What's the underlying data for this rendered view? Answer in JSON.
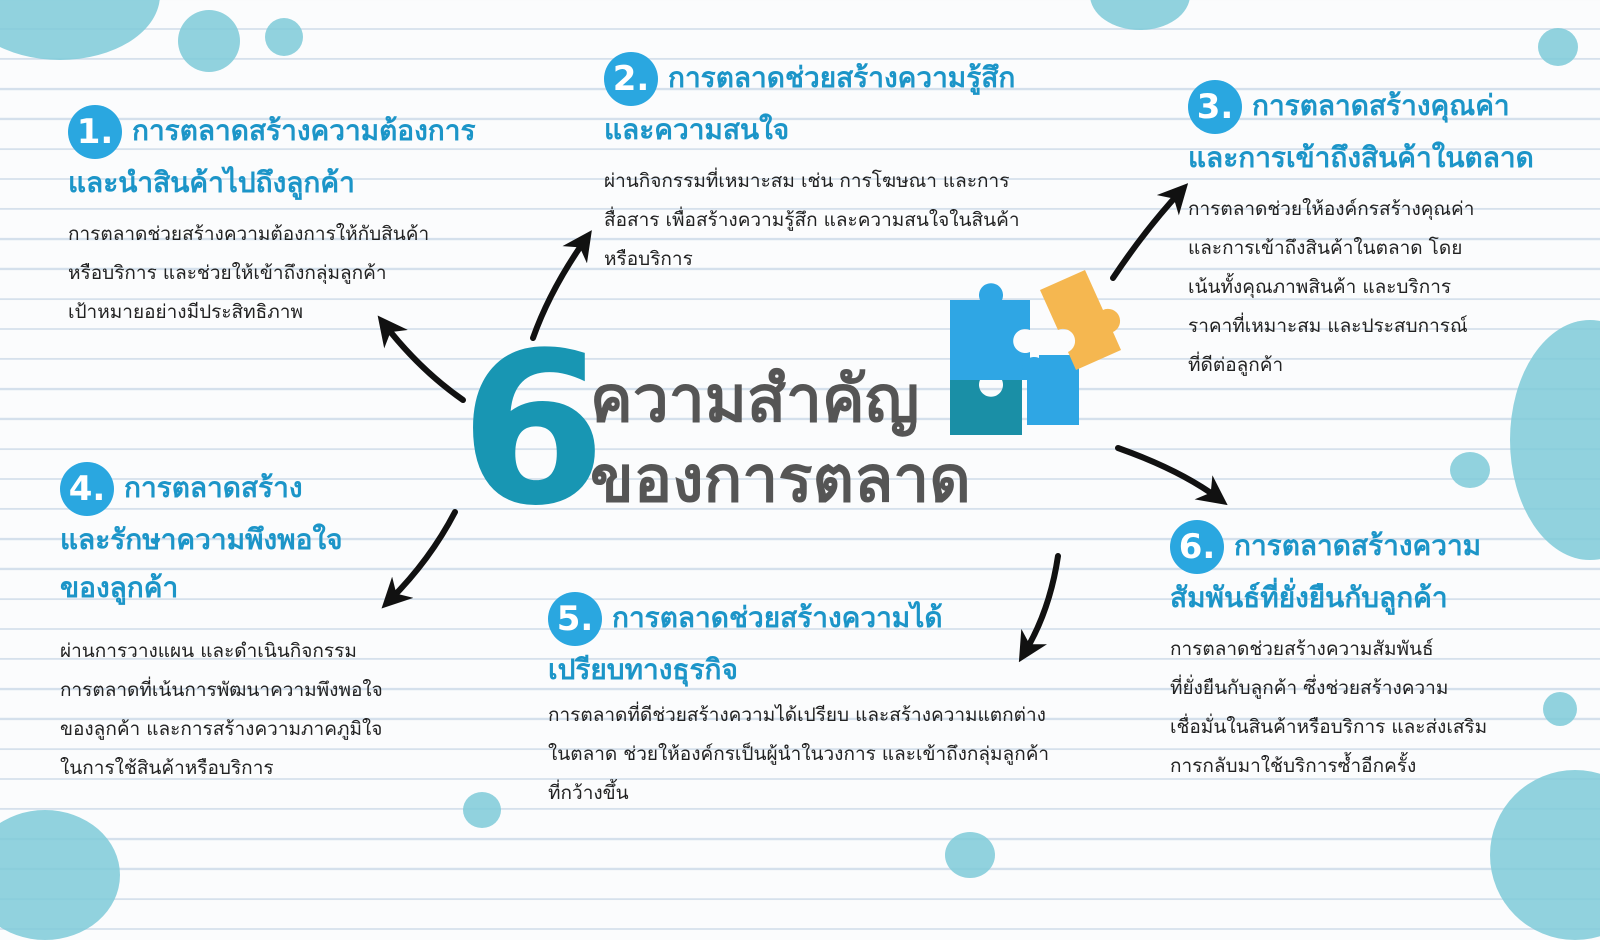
{
  "main_title_number": "6",
  "main_title_line1": "ความสำคัญ",
  "main_title_line2": "ของการตลาด",
  "colors": {
    "accent": "#2aa7e0",
    "title": "#1c95c8",
    "six": "#1896b3",
    "puzzle_blue": "#2fa6e4",
    "puzzle_teal": "#1a8fa6",
    "puzzle_orange": "#f5b750",
    "blob": "#7ecad8"
  },
  "cards": [
    {
      "number": "1.",
      "title1": "การตลาดสร้างความต้องการ",
      "title2": "และนำสินค้าไปถึงลูกค้า",
      "title3": "",
      "body": [
        "การตลาดช่วยสร้างความต้องการให้กับสินค้า",
        "หรือบริการ และช่วยให้เข้าถึงกลุ่มลูกค้า",
        "เป้าหมายอย่างมีประสิทธิภาพ"
      ]
    },
    {
      "number": "2.",
      "title1": "การตลาดช่วยสร้างความรู้สึก",
      "title2": "และความสนใจ",
      "title3": "",
      "body": [
        "ผ่านกิจกรรมที่เหมาะสม เช่น การโฆษณา และการ",
        "สื่อสาร เพื่อสร้างความรู้สึก และความสนใจในสินค้า",
        "หรือบริการ"
      ]
    },
    {
      "number": "3.",
      "title1": "การตลาดสร้างคุณค่า",
      "title2": "และการเข้าถึงสินค้าในตลาด",
      "title3": "",
      "body": [
        "การตลาดช่วยให้องค์กรสร้างคุณค่า",
        "และการเข้าถึงสินค้าในตลาด โดย",
        "เน้นทั้งคุณภาพสินค้า และบริการ",
        "ราคาที่เหมาะสม และประสบการณ์",
        "ที่ดีต่อลูกค้า"
      ]
    },
    {
      "number": "4.",
      "title1": "การตลาดสร้าง",
      "title2": "และรักษาความพึงพอใจ",
      "title3": "ของลูกค้า",
      "body": [
        "ผ่านการวางแผน และดำเนินกิจกรรม",
        "การตลาดที่เน้นการพัฒนาความพึงพอใจ",
        "ของลูกค้า และการสร้างความภาคภูมิใจ",
        "ในการใช้สินค้าหรือบริการ"
      ]
    },
    {
      "number": "5.",
      "title1": "การตลาดช่วยสร้างความได้",
      "title2": "เปรียบทางธุรกิจ",
      "title3": "",
      "body": [
        "การตลาดที่ดีช่วยสร้างความได้เปรียบ และสร้างความแตกต่าง",
        "ในตลาด ช่วยให้องค์กรเป็นผู้นำในวงการ และเข้าถึงกลุ่มลูกค้า",
        "ที่กว้างขึ้น"
      ]
    },
    {
      "number": "6.",
      "title1": "การตลาดสร้างความ",
      "title2": "สัมพันธ์ที่ยั่งยืนกับลูกค้า",
      "title3": "",
      "body": [
        "การตลาดช่วยสร้างความสัมพันธ์",
        "ที่ยั่งยืนกับลูกค้า ซึ่งช่วยสร้างความ",
        "เชื่อมั่นในสินค้าหรือบริการ และส่งเสริม",
        "การกลับมาใช้บริการซ้ำอีกครั้ง"
      ]
    }
  ]
}
